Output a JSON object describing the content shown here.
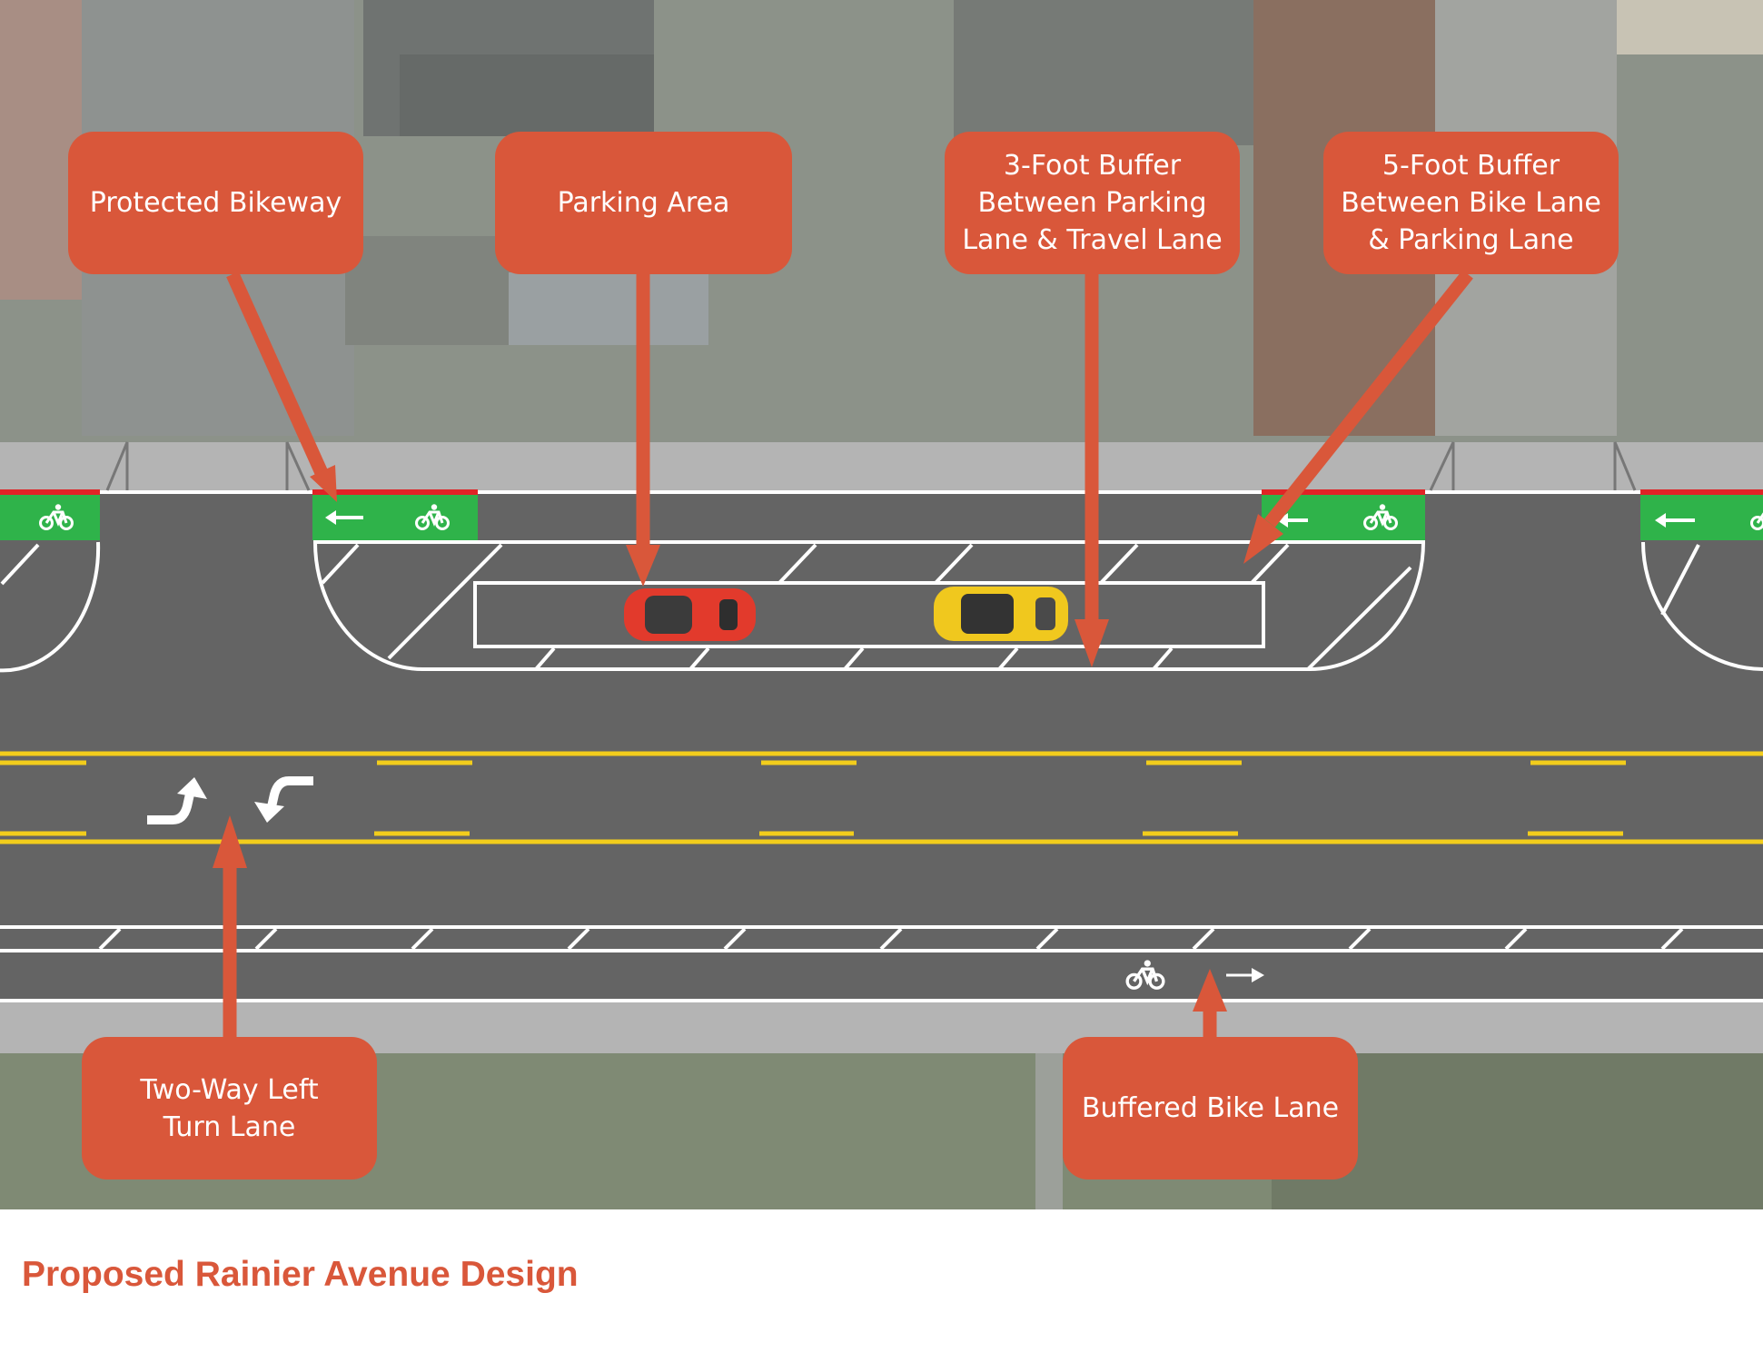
{
  "callouts": {
    "protected_bikeway": "Protected Bikeway",
    "parking_area": "Parking Area",
    "buffer_3ft": [
      "3-Foot Buffer",
      "Between Parking",
      "Lane & Travel Lane"
    ],
    "buffer_5ft": [
      "5-Foot Buffer",
      "Between Bike Lane",
      "& Parking Lane"
    ],
    "two_way_left_turn": [
      "Two-Way Left",
      "Turn Lane"
    ],
    "buffered_bike_lane": "Buffered Bike Lane"
  },
  "caption": "Proposed Rainier Avenue Design",
  "colors": {
    "callout": "#d9573a",
    "asphalt": "#646464",
    "sidewalk": "#b4b4b4",
    "bike_lane_green": "#2fb34a",
    "curb_red": "#e02426",
    "center_line_yellow": "#f2cd1c",
    "caption": "#d9573a"
  },
  "icons": {
    "bike_symbol": "bicycle-icon",
    "lane_arrow": "arrow-icon",
    "turn_arrows": "turn-arrow-icon"
  }
}
